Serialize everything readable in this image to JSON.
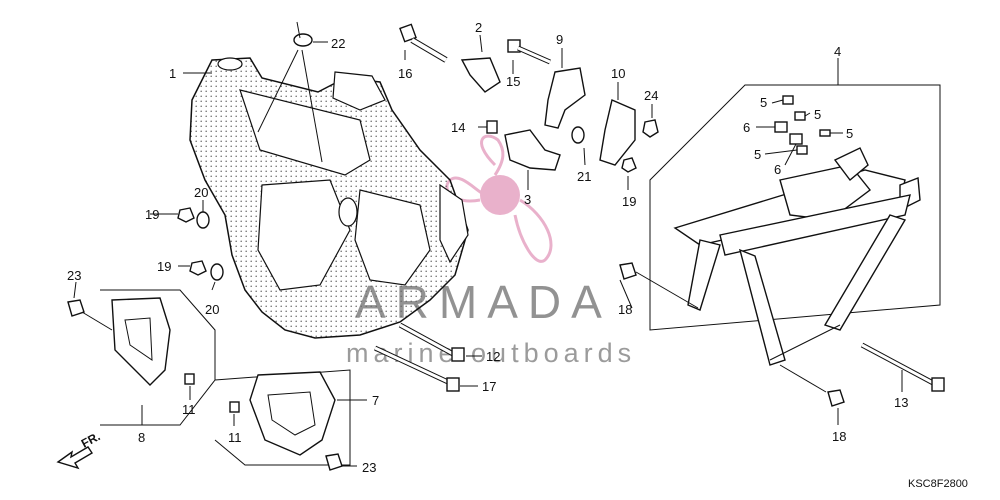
{
  "callouts": {
    "c1": "1",
    "c2": "2",
    "c3": "3",
    "c4": "4",
    "c5a": "5",
    "c5b": "5",
    "c5c": "5",
    "c5d": "5",
    "c6a": "6",
    "c6b": "6",
    "c7": "7",
    "c8": "8",
    "c9": "9",
    "c10": "10",
    "c11a": "11",
    "c11b": "11",
    "c12": "12",
    "c13": "13",
    "c14": "14",
    "c15": "15",
    "c16": "16",
    "c17": "17",
    "c18a": "18",
    "c18b": "18",
    "c19a": "19",
    "c19b": "19",
    "c19c": "19",
    "c20a": "20",
    "c20b": "20",
    "c21": "21",
    "c22": "22",
    "c23a": "23",
    "c23b": "23",
    "c24": "24"
  },
  "watermark": {
    "brand": "ARMADA",
    "tagline": "marine outboards"
  },
  "direction_label": "FR.",
  "diagram_code": "KSC8F2800",
  "colors": {
    "line": "#111111",
    "watermark_gray": "#808080",
    "watermark_pink": "#e7a9c6",
    "stipple": "#6a6a6a"
  }
}
